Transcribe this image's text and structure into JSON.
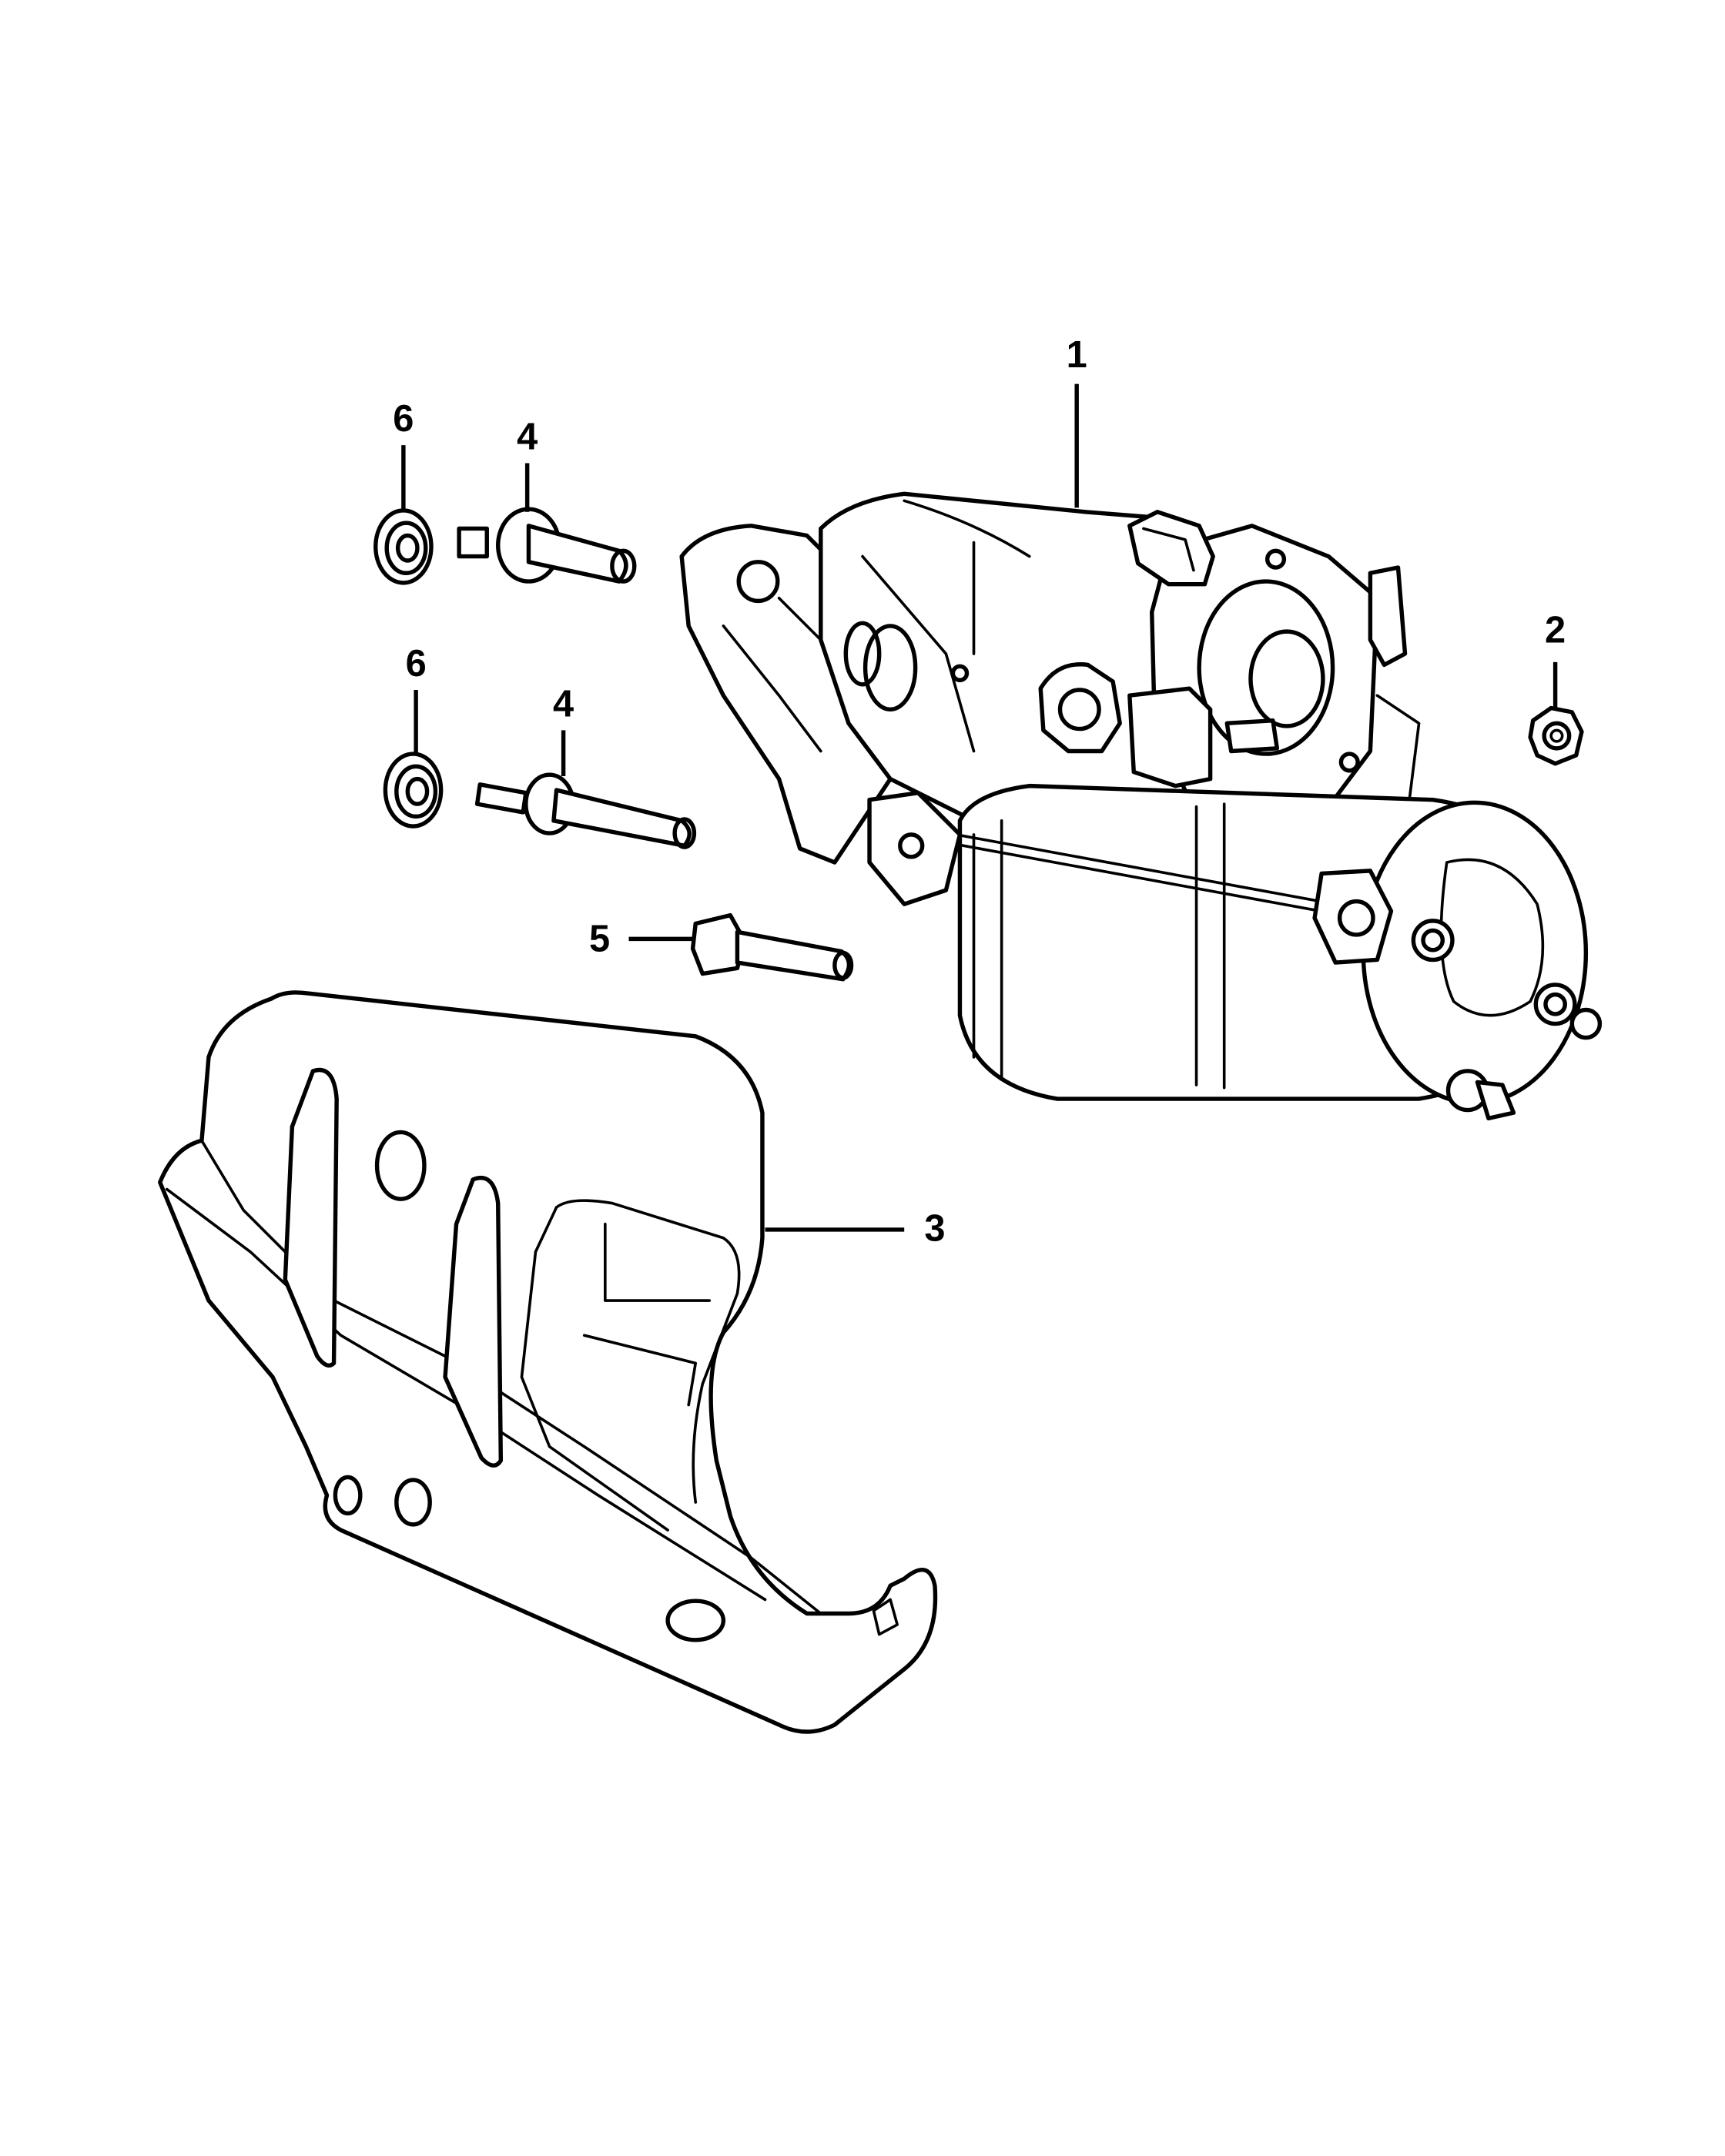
{
  "diagram": {
    "callouts": [
      {
        "id": "c1",
        "label": "1",
        "part": "starter-motor"
      },
      {
        "id": "c2",
        "label": "2",
        "part": "nut"
      },
      {
        "id": "c3",
        "label": "3",
        "part": "heat-shield"
      },
      {
        "id": "c4a",
        "label": "4",
        "part": "stud-bolt-upper"
      },
      {
        "id": "c4b",
        "label": "4",
        "part": "stud-bolt-lower"
      },
      {
        "id": "c5",
        "label": "5",
        "part": "bolt"
      },
      {
        "id": "c6a",
        "label": "6",
        "part": "nut-washer-upper"
      },
      {
        "id": "c6b",
        "label": "6",
        "part": "nut-washer-lower"
      }
    ]
  }
}
